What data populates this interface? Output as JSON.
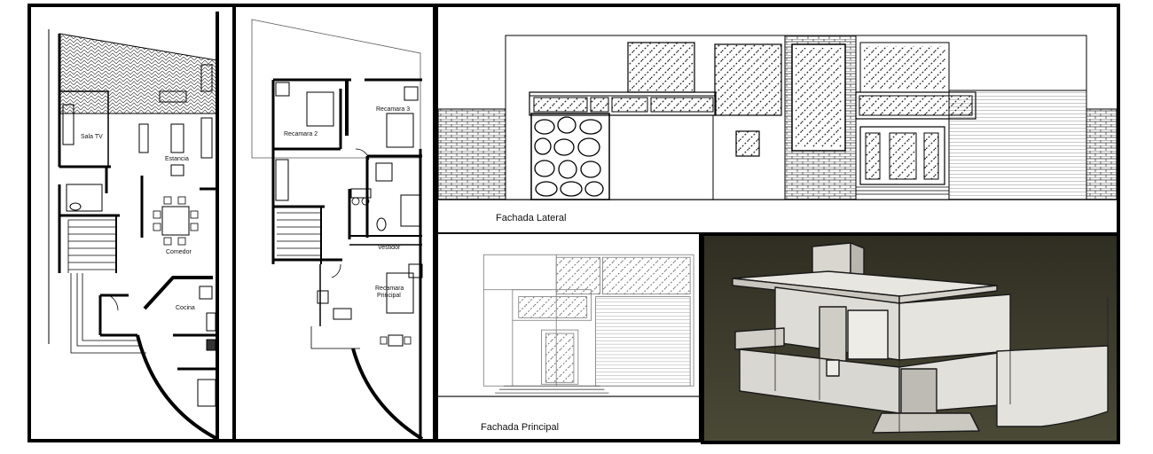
{
  "ground_floor": {
    "rooms": {
      "sala_tv": "Sala TV",
      "estancia": "Estancia",
      "comedor": "Comedor",
      "cocina": "Cocina"
    }
  },
  "upper_floor": {
    "rooms": {
      "recamara_2": "Recamara 2",
      "recamara_3": "Recamara 3",
      "vestidor": "Vestidor",
      "recamara_principal_1": "Recamara",
      "recamara_principal_2": "Principal"
    }
  },
  "side_elevation": {
    "caption": "Fachada Lateral"
  },
  "front_elevation": {
    "caption": "Fachada Principal"
  },
  "render_3d": {},
  "colors": {
    "line": "#000000",
    "render_bg": "#3c3b2a",
    "render_wall": "#e4e2dc"
  }
}
